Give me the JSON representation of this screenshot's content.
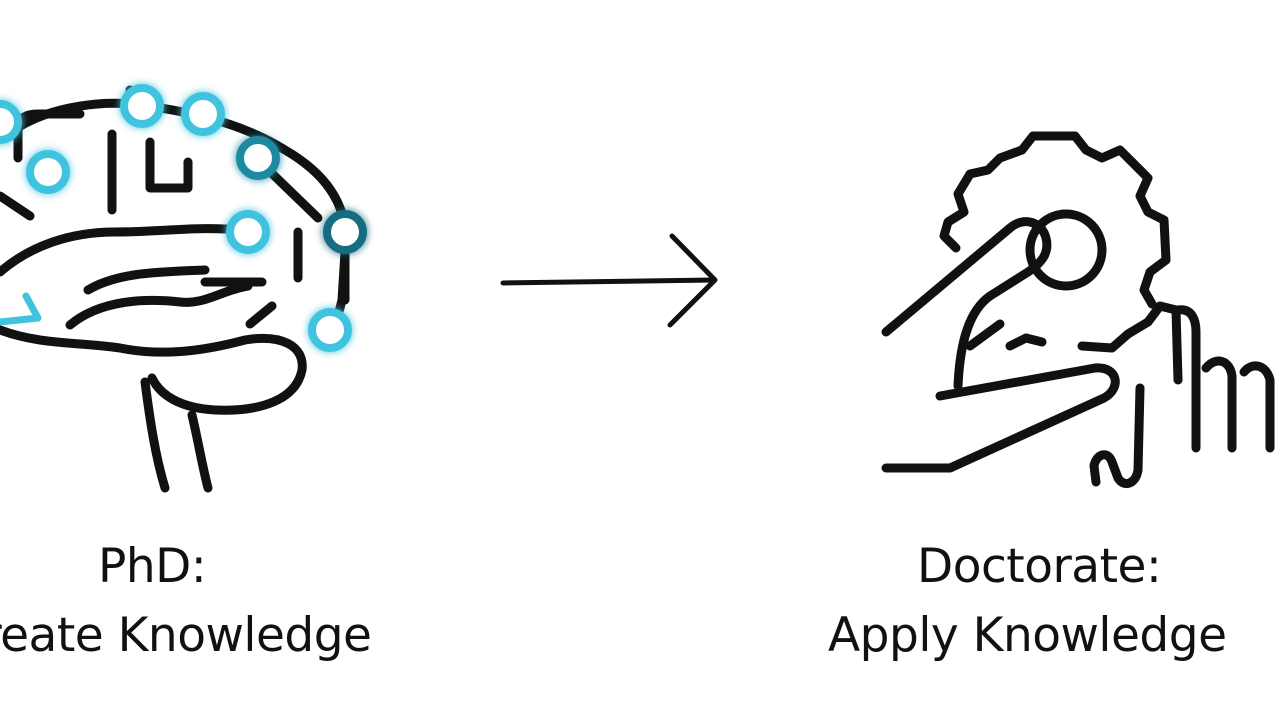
{
  "colors": {
    "background": "#ffffff",
    "line": "#111111",
    "node_light": "#3fc3de",
    "node_dark": "#156c80"
  },
  "icons": {
    "left": "brain-circuit-icon",
    "center": "arrow-right-icon",
    "right": "gear-hand-icon"
  },
  "left_label": {
    "line1": "PhD:",
    "line2": "Create Knowledge"
  },
  "right_label": {
    "line1": "Doctorate:",
    "line2": "Apply Knowledge"
  }
}
